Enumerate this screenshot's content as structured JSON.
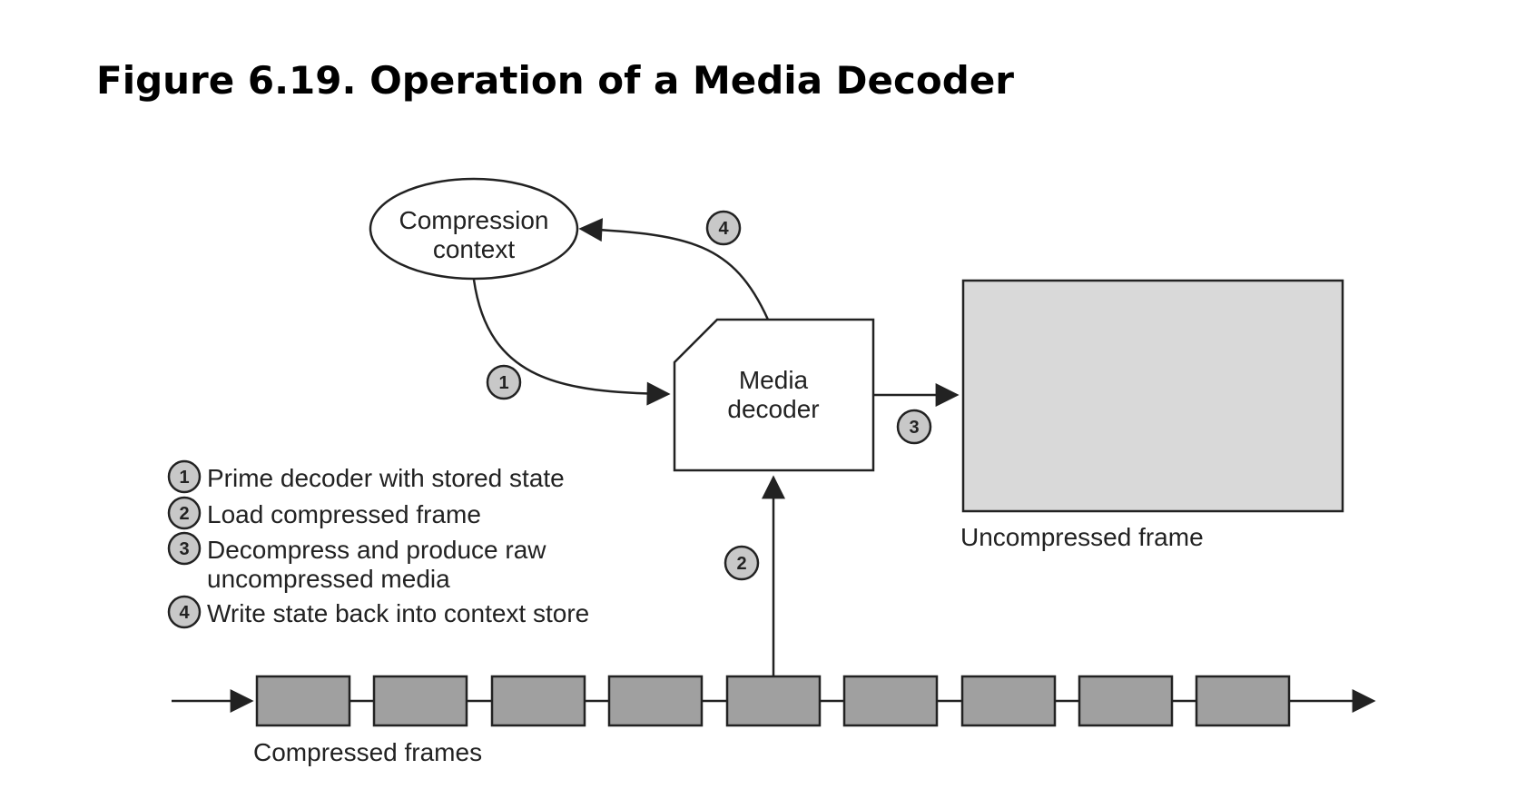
{
  "figure": {
    "title": "Figure 6.19. Operation of a Media Decoder"
  },
  "nodes": {
    "context": {
      "line1": "Compression",
      "line2": "context"
    },
    "decoder": {
      "line1": "Media",
      "line2": "decoder"
    }
  },
  "captions": {
    "uncompressed_frame": "Uncompressed frame",
    "compressed_frames": "Compressed frames"
  },
  "steps": [
    {
      "number": "1",
      "text": "Prime decoder with stored state"
    },
    {
      "number": "2",
      "text": "Load compressed frame"
    },
    {
      "number": "3",
      "text": "Decompress and produce raw",
      "text2": "uncompressed media"
    },
    {
      "number": "4",
      "text": "Write state back into context store"
    }
  ],
  "colors": {
    "frame_fill": "#a0a0a0",
    "output_fill": "#d9d9d9",
    "badge_fill": "#c8c8c8",
    "stroke": "#222222"
  }
}
